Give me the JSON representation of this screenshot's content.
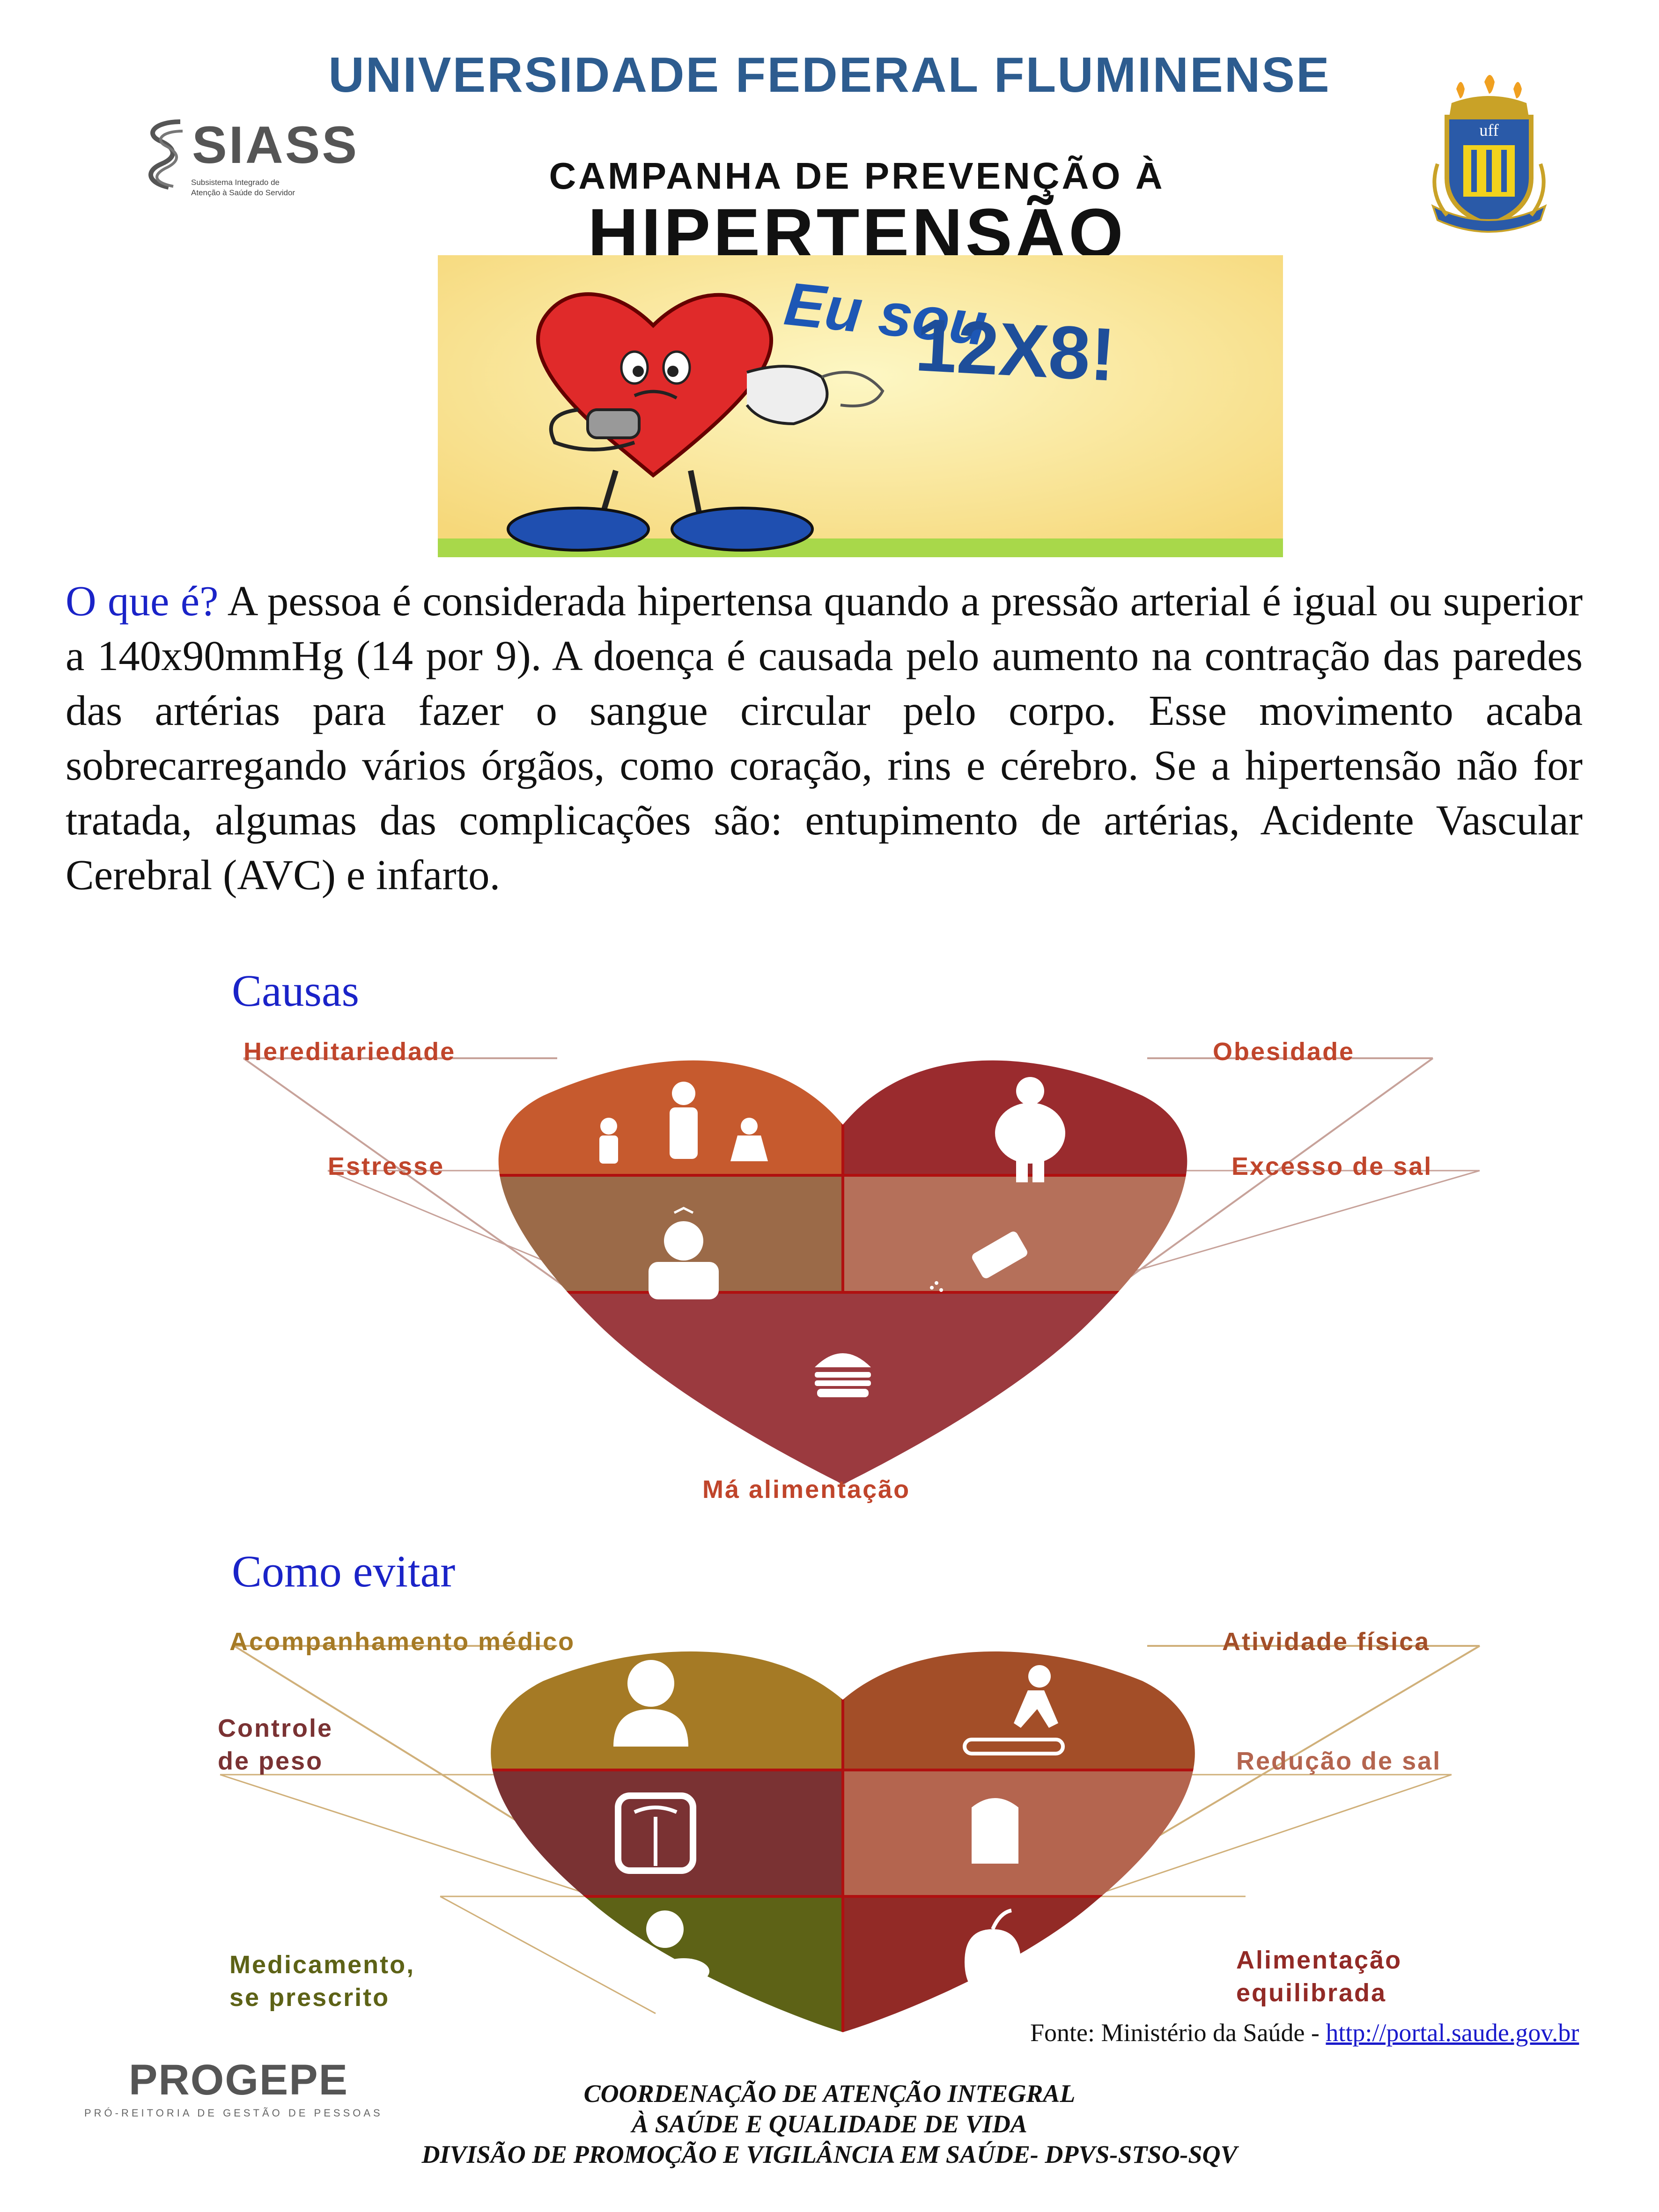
{
  "header": {
    "title": "UNIVERSIDADE FEDERAL FLUMINENSE",
    "siass_name": "SIASS",
    "siass_sub1": "Subsistema Integrado de",
    "siass_sub2": "Atenção à Saúde do Servidor",
    "crest_text": "uff"
  },
  "campaign": {
    "line1": "CAMPANHA DE PREVENÇÃO À",
    "line2": "HIPERTENSÃO",
    "slogan1": "Eu sou",
    "slogan2": "12X8!"
  },
  "intro": {
    "question": "O que é?",
    "text": "A pessoa é considerada hipertensa quando a pressão arterial é igual ou superior a 140x90mmHg (14 por 9). A doença é causada pelo aumento na contração das paredes das  artérias para fazer o sangue circular pelo corpo. Esse movimento acaba sobrecarregando vários órgãos, como coração, rins e cérebro. Se a hipertensão não for tratada, algumas das complicações são: entupimento de artérias, Acidente Vascular Cerebral (AVC) e infarto."
  },
  "causas": {
    "heading": "Causas",
    "hereditariedade": "Hereditariedade",
    "obesidade": "Obesidade",
    "estresse": "Estresse",
    "excesso_sal": "Excesso de sal",
    "ma_alimentacao": "Má alimentação",
    "colors": {
      "orange": "#c65a2e",
      "crimson": "#9a2b2e",
      "brown": "#9b6a48",
      "salmon": "#b5705a",
      "bottom": "#9b3a3f",
      "label": "#c0452b",
      "line": "#c7a29a"
    }
  },
  "evitar": {
    "heading": "Como evitar",
    "acompanhamento": "Acompanhamento médico",
    "atividade": "Atividade física",
    "controle1": "Controle",
    "controle2": "de peso",
    "reducao_sal": "Redução de sal",
    "medicamento1": "Medicamento,",
    "medicamento2": "se prescrito",
    "alimentacao1": "Alimentação",
    "alimentacao2": "equilibrada",
    "colors": {
      "gold": "#a57a25",
      "rust": "#a34e28",
      "maroon": "#7a3233",
      "salmon": "#b4654f",
      "olive": "#5d6216",
      "red": "#922a26"
    }
  },
  "footer": {
    "fonte": "Fonte: Ministério da Saúde - ",
    "url": "http://portal.saude.gov.br",
    "progepe": "PROGEPE",
    "progepe_sub": "PRÓ-REITORIA DE GESTÃO DE PESSOAS",
    "line1": "COORDENAÇÃO DE ATENÇÃO INTEGRAL",
    "line2": "À SAÚDE E QUALIDADE DE VIDA",
    "line3": "DIVISÃO DE PROMOÇÃO E VIGILÂNCIA EM SAÚDE- DPVS-STSO-SQV"
  }
}
